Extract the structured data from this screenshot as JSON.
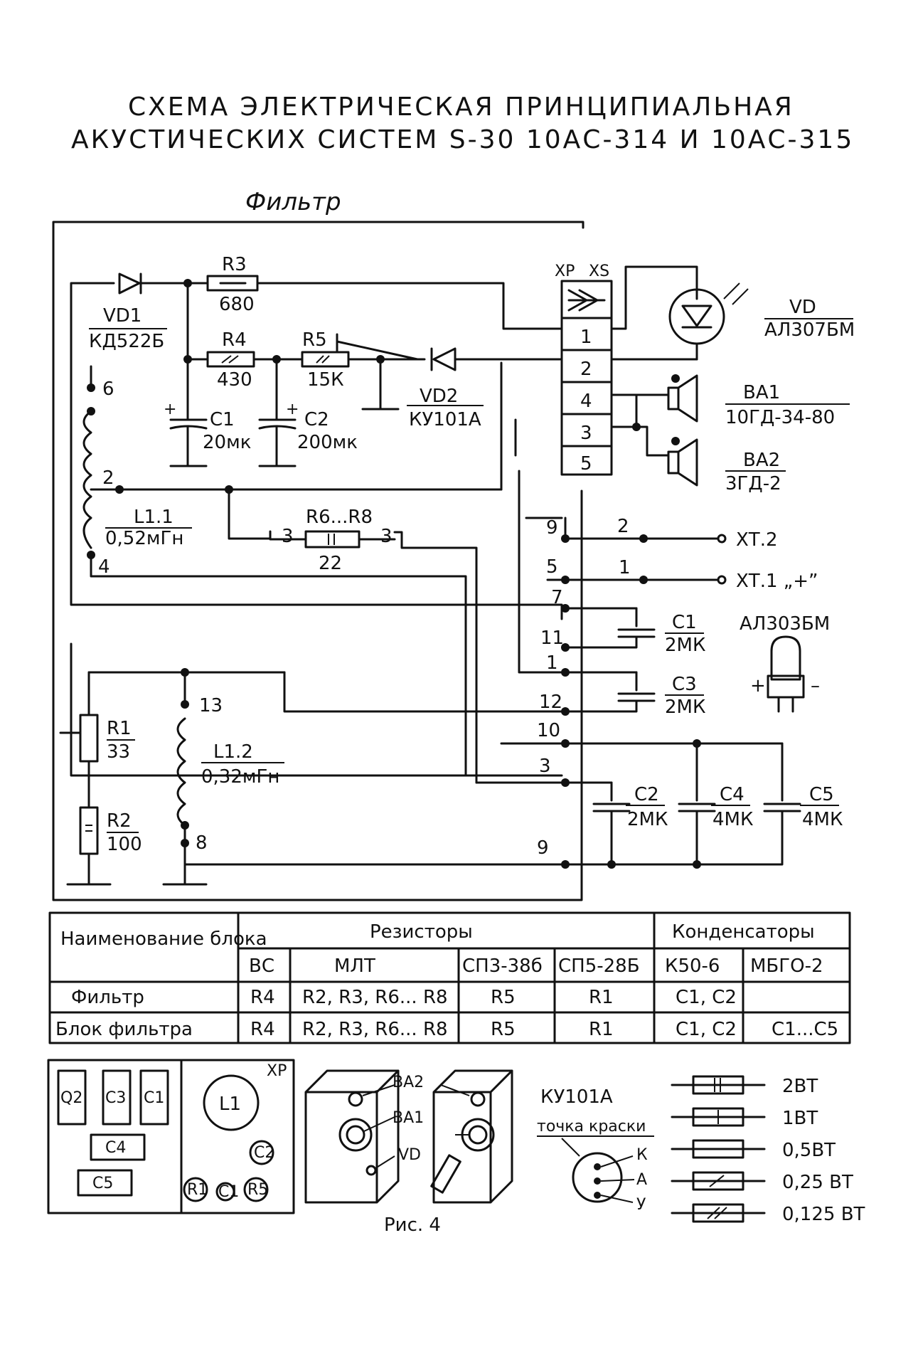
{
  "title": {
    "line1": "СХЕМА ЭЛЕКТРИЧЕСКАЯ ПРИНЦИПИАЛЬНАЯ",
    "line2": "АКУСТИЧЕСКИХ СИСТЕМ S-30 10АС-314 И 10АС-315"
  },
  "filter_label": "Фильтр",
  "components": {
    "vd1": {
      "ref": "VD1",
      "value": "КД522Б"
    },
    "r3": {
      "ref": "R3",
      "value": "680"
    },
    "r4": {
      "ref": "R4",
      "value": "430"
    },
    "r5": {
      "ref": "R5",
      "value": "15К"
    },
    "vd2": {
      "ref": "VD2",
      "value": "КУ101А"
    },
    "c1": {
      "ref": "C1",
      "value": "20мк"
    },
    "c2": {
      "ref": "C2",
      "value": "200мк"
    },
    "l11": {
      "ref": "L1.1",
      "value": "0,52мГн"
    },
    "r6r8": {
      "ref": "R6...R8",
      "value": "22"
    },
    "r1": {
      "ref": "R1",
      "value": "33"
    },
    "r2": {
      "ref": "R2",
      "value": "100"
    },
    "l12": {
      "ref": "L1.2",
      "value": "0,32мГн"
    },
    "c1b": {
      "ref": "C1",
      "value": "2МК"
    },
    "c3b": {
      "ref": "C3",
      "value": "2МК"
    },
    "c2b": {
      "ref": "C2",
      "value": "2МК"
    },
    "c4b": {
      "ref": "C4",
      "value": "4МК"
    },
    "c5b": {
      "ref": "C5",
      "value": "4МК"
    },
    "vd": {
      "ref": "VD",
      "value": "АЛ307БМ"
    },
    "ba1": {
      "ref": "ВА1",
      "value": "10ГД-34-80"
    },
    "ba2": {
      "ref": "ВА2",
      "value": "3ГД-2"
    },
    "xt2": "ХТ.2",
    "xt1": "ХТ.1 „+”",
    "led": "АЛ303БМ"
  },
  "connector": {
    "xp": "XP",
    "xs": "XS",
    "pins": [
      "1",
      "2",
      "4",
      "3",
      "5"
    ]
  },
  "node_labels": {
    "n6": "6",
    "n2": "2",
    "n4": "4",
    "n13": "13",
    "n8": "8",
    "r3a": "3",
    "r3b": "3",
    "p9": "9",
    "p5": "5",
    "p7": "7",
    "p11": "11",
    "p1": "1",
    "p12": "12",
    "p10": "10",
    "p3": "3",
    "p9b": "9",
    "xt2pin": "2",
    "xt1pin": "1"
  },
  "table": {
    "col_block": "Наименование блока",
    "group_resistors": "Резисторы",
    "group_caps": "Конденсаторы",
    "sub_headers": [
      "ВС",
      "МЛТ",
      "СП3-38б",
      "СП5-28Б",
      "К50-6",
      "МБГО-2"
    ],
    "rows": [
      [
        "Фильтр",
        "R4",
        "R2, R3, R6... R8",
        "R5",
        "R1",
        "C1, C2",
        ""
      ],
      [
        "Блок фильтра",
        "R4",
        "R2, R3, R6... R8",
        "R5",
        "R1",
        "C1, C2",
        "C1...C5"
      ]
    ]
  },
  "board": {
    "labels": [
      "Q2",
      "C3",
      "C1",
      "C4",
      "C5",
      "L1",
      "XP",
      "C2",
      "R1",
      "C1",
      "R5"
    ]
  },
  "cabinet": {
    "ba2": "ВА2",
    "ba1": "ВА1",
    "vd": "VD",
    "caption": "Рис. 4"
  },
  "thyristor": {
    "title": "КУ101А",
    "note": "точка краски",
    "pins": [
      "К",
      "А",
      "У"
    ]
  },
  "power": [
    "2ВТ",
    "1ВТ",
    "0,5ВТ",
    "0,25 ВТ",
    "0,125 ВТ"
  ]
}
